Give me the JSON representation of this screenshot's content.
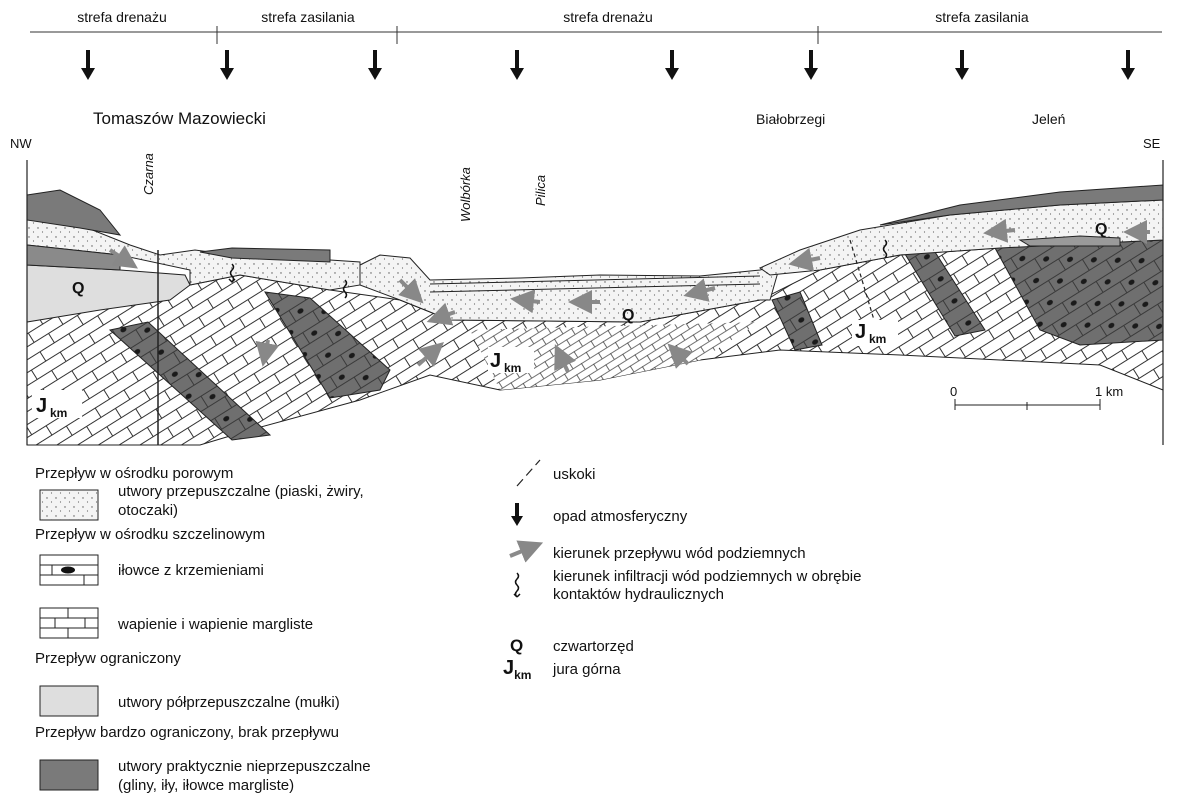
{
  "zones": [
    {
      "label": "strefa drenażu"
    },
    {
      "label": "strefa zasilania"
    },
    {
      "label": "strefa drenażu"
    },
    {
      "label": "strefa zasilania"
    }
  ],
  "places": {
    "tomaszow": "Tomaszów Mazowiecki",
    "bialobrzegi": "Białobrzegi",
    "jelen": "Jeleń"
  },
  "directions": {
    "left": "NW",
    "right": "SE"
  },
  "rivers": [
    "Czarna",
    "Wolbórka",
    "Pilica"
  ],
  "units": {
    "q": "Q",
    "jkm_main": "J",
    "jkm_sub": "km"
  },
  "scale": {
    "start": "0",
    "end": "1 km"
  },
  "legend": {
    "porous_heading": "Przepływ w ośrodku porowym",
    "porous_line1": "utwory przepuszczalne (piaski, żwiry,",
    "porous_line2": "otoczaki)",
    "fissure_heading": "Przepływ w ośrodku szczelinowym",
    "claystone": "iłowce z krzemieniami",
    "limestone": "wapienie i wapienie margliste",
    "limited_heading": "Przepływ ograniczony",
    "semipermeable": "utwory półprzepuszczalne (mułki)",
    "verylimited_heading": "Przepływ bardzo ograniczony, brak przepływu",
    "impermeable_line1": "utwory praktycznie nieprzepuszczalne",
    "impermeable_line2": "(gliny, iły, iłowce margliste)",
    "faults": "uskoki",
    "precip": "opad atmosferyczny",
    "flowdir": "kierunek przepływu wód podziemnych",
    "infil_line1": "kierunek infiltracji wód podziemnych w obrębie",
    "infil_line2": "kontaktów hydraulicznych",
    "q_symbol": "Q",
    "q_label": "czwartorzęd",
    "j_symbol": "J",
    "j_sub": "km",
    "j_label": "jura górna"
  }
}
